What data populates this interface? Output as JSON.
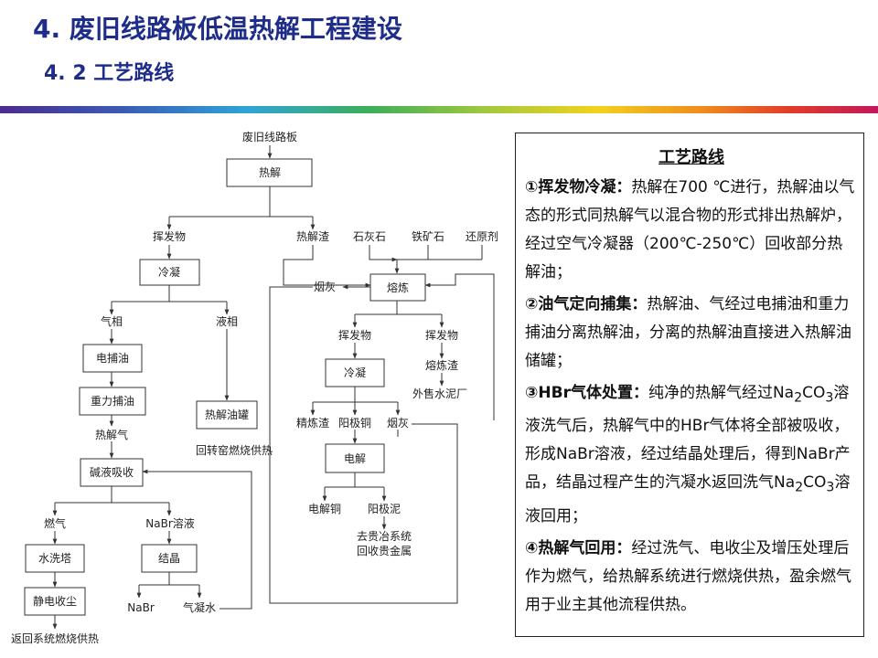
{
  "header": {
    "title": "4. 废旧线路板低温热解工程建设",
    "subtitle": "4. 2  工艺路线"
  },
  "flow": {
    "input": "废旧线路板",
    "pyrolysis": "热解",
    "volatiles": "挥发物",
    "condense": "冷凝",
    "gas_phase": "气相",
    "liquid_phase": "液相",
    "esp_oil": "电捕油",
    "gravity_oil": "重力捕油",
    "oil_tank": "热解油罐",
    "oil_tank_note": "回转窑燃烧供热",
    "pyro_gas": "热解气",
    "alkali_absorb": "碱液吸收",
    "fuel_gas": "燃气",
    "nabr_solution": "NaBr溶液",
    "water_scrubber": "水洗塔",
    "crystallize": "结晶",
    "esp_dust": "静电收尘",
    "return_note": "返回系统燃烧供热",
    "nabr": "NaBr",
    "condensate": "气凝水",
    "residue": "热解渣",
    "limestone": "石灰石",
    "iron_ore": "铁矿石",
    "reductant": "还原剂",
    "soot": "烟灰",
    "smelting": "熔炼",
    "volatiles2": "挥发物",
    "volatiles3": "挥发物",
    "slag": "熔炼渣",
    "cement": "外售水泥厂",
    "condense2": "冷凝",
    "refined_slag": "精炼渣",
    "anode_copper": "阳极铜",
    "soot2": "烟灰",
    "electrolysis": "电解",
    "cathode_copper": "电解铜",
    "anode_mud": "阳极泥",
    "precious_line1": "去贵冶系统",
    "precious_line2": "回收贵金属"
  },
  "panel": {
    "title": "工艺路线",
    "items": [
      {
        "head": "①挥发物冷凝：",
        "body": "热解在700 ℃进行，热解油以气态的形式同热解气以混合物的形式排出热解炉，经过空气冷凝器（200℃-250℃）回收部分热解油；"
      },
      {
        "head": "②油气定向捕集：",
        "body": "热解油、气经过电捕油和重力捕油分离热解油，分离的热解油直接进入热解油储罐；"
      },
      {
        "head": "③HBr气体处置：",
        "body_a": "纯净的热解气经过Na",
        "body_b": "溶液洗气后，热解气中的HBr气体将全部被吸收，形成NaBr溶液，经过结晶处理后，得到NaBr产品，结晶过程产生的汽凝水返回洗气Na",
        "body_c": "溶液回用；",
        "na": "Na",
        "sub2": "2",
        "co": "CO",
        "sub3": "3"
      },
      {
        "head": "④热解气回用：",
        "body": "经过洗气、电收尘及增压处理后作为燃气，给热解系统进行燃烧供热，盈余燃气用于业主其他流程供热。"
      }
    ]
  }
}
